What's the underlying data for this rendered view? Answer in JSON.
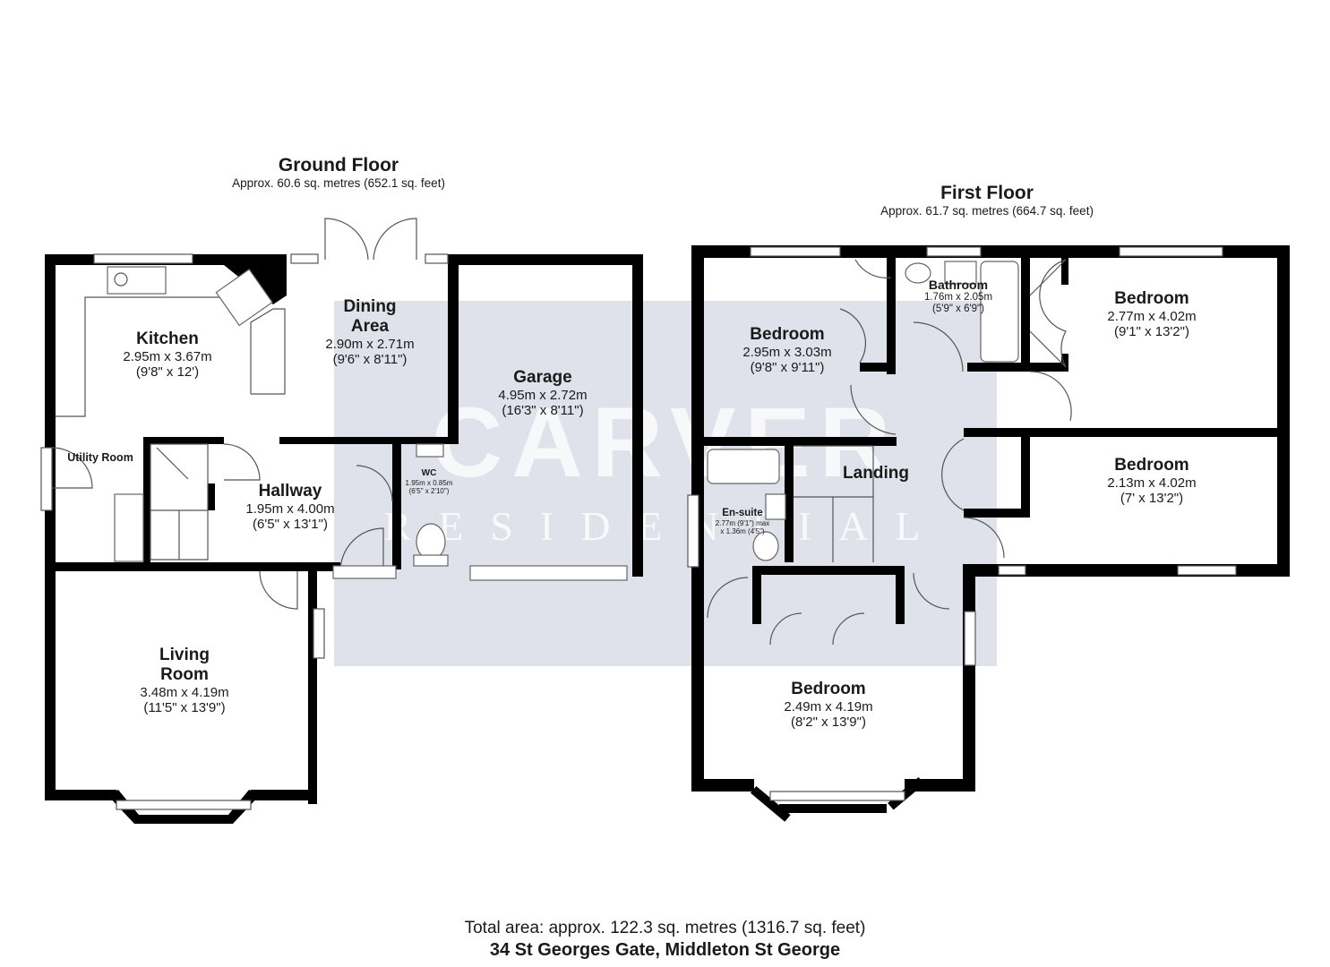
{
  "ground_floor": {
    "title": "Ground Floor",
    "area": "Approx. 60.6 sq. metres (652.1 sq. feet)",
    "rooms": [
      {
        "name": "Kitchen",
        "dim_m": "2.95m x 3.67m",
        "dim_ft": "(9'8\" x 12')"
      },
      {
        "name": "Dining",
        "name2": "Area",
        "dim_m": "2.90m x 2.71m",
        "dim_ft": "(9'6\" x 8'11\")"
      },
      {
        "name": "Garage",
        "dim_m": "4.95m x 2.72m",
        "dim_ft": "(16'3\" x 8'11\")"
      },
      {
        "name": "Utility Room"
      },
      {
        "name": "WC",
        "dim_m": "1.95m x 0.85m",
        "dim_ft": "(6'5\" x 2'10\")"
      },
      {
        "name": "Hallway",
        "dim_m": "1.95m x 4.00m",
        "dim_ft": "(6'5\" x 13'1\")"
      },
      {
        "name": "Living",
        "name2": "Room",
        "dim_m": "3.48m x 4.19m",
        "dim_ft": "(11'5\" x 13'9\")"
      }
    ]
  },
  "first_floor": {
    "title": "First Floor",
    "area": "Approx. 61.7 sq. metres (664.7 sq. feet)",
    "rooms": [
      {
        "name": "Bathroom",
        "dim_m": "1.76m x 2.05m",
        "dim_ft": "(5'9\" x 6'9\")"
      },
      {
        "name": "Bedroom",
        "dim_m": "2.95m x 3.03m",
        "dim_ft": "(9'8\" x 9'11\")"
      },
      {
        "name": "Bedroom",
        "dim_m": "2.77m x 4.02m",
        "dim_ft": "(9'1\" x 13'2\")"
      },
      {
        "name": "Bedroom",
        "dim_m": "2.13m x 4.02m",
        "dim_ft": "(7' x 13'2\")"
      },
      {
        "name": "Landing"
      },
      {
        "name": "En-suite",
        "dim_m": "2.77m (9'1\") max",
        "dim_ft": "x 1.36m (4'5\")"
      },
      {
        "name": "Bedroom",
        "dim_m": "2.49m x 4.19m",
        "dim_ft": "(8'2\" x 13'9\")"
      }
    ]
  },
  "footer": {
    "total": "Total area: approx. 122.3 sq. metres (1316.7 sq. feet)",
    "address": "34 St Georges Gate, Middleton St George"
  },
  "watermark": {
    "main": "CARVER",
    "sub": "RESIDENTIAL"
  }
}
